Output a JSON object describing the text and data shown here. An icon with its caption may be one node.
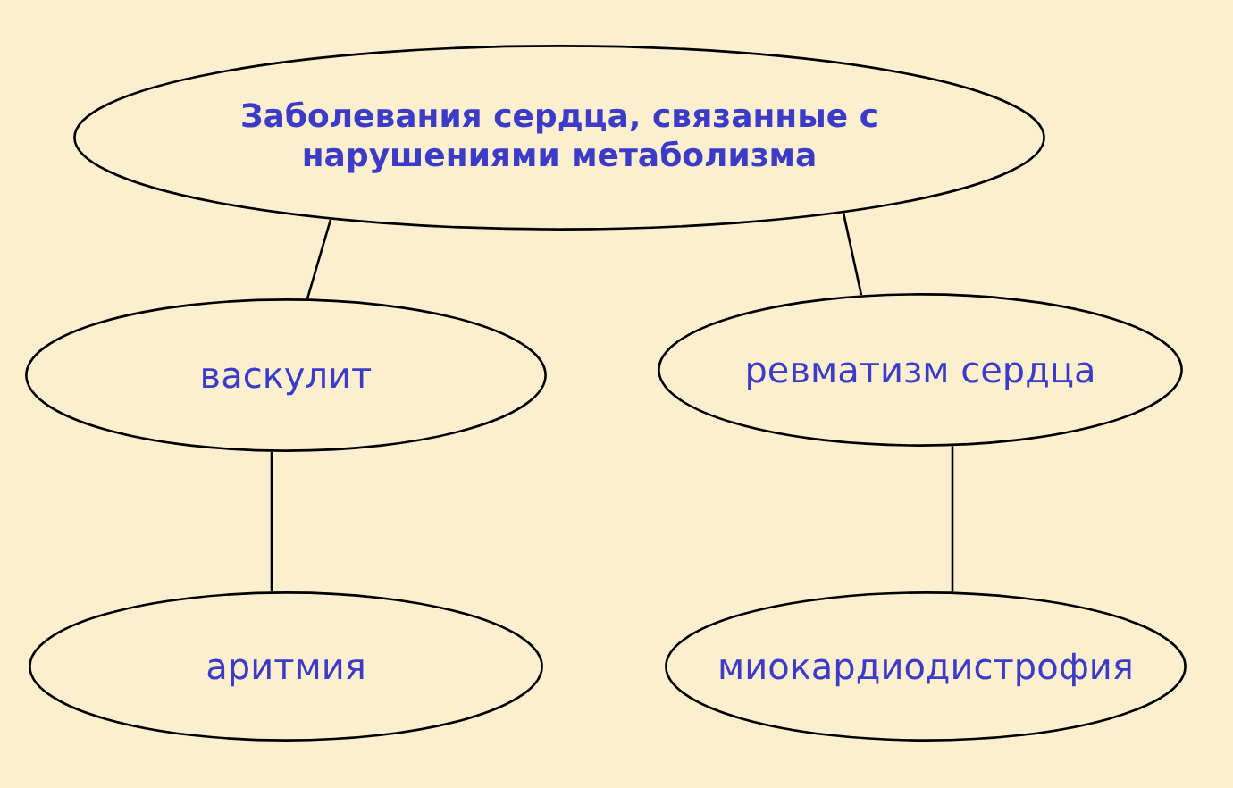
{
  "diagram": {
    "nodes": [
      {
        "text": [
          "Заболевания сердца, связанные с нарушениями метаболизма"
        ]
      },
      {
        "text": [
          "васкулит"
        ]
      },
      {
        "text": [
          "ревматизм сердца"
        ]
      },
      {
        "text": [
          "аритмия"
        ]
      },
      {
        "text": [
          "миокардиодистрофия"
        ]
      }
    ],
    "edges": [
      {
        "from": 0,
        "to": 1,
        "arrow": "none"
      },
      {
        "from": 0,
        "to": 2,
        "arrow": "none"
      },
      {
        "from": 1,
        "to": 3,
        "arrow": "none"
      },
      {
        "from": 2,
        "to": 4,
        "arrow": "none"
      }
    ]
  }
}
